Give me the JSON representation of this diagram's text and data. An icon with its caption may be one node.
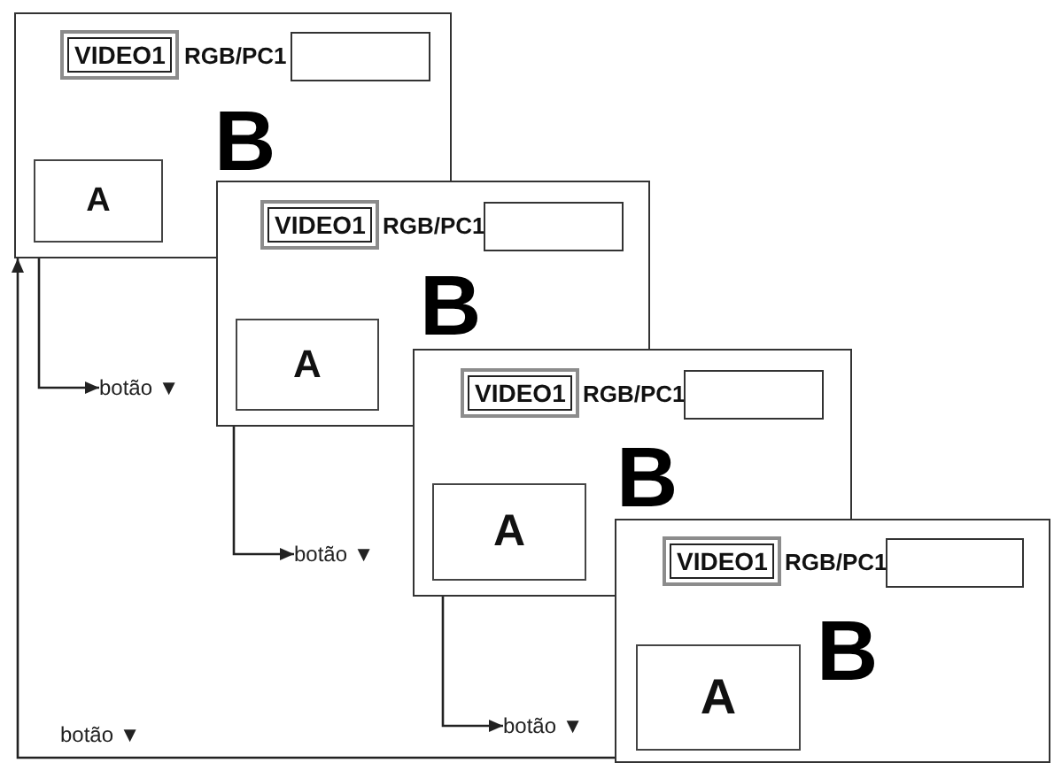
{
  "diagram": {
    "nodes": [
      {
        "text": [],
        "shape": "box"
      },
      {
        "text": [
          "VIDEO1"
        ],
        "in": 0
      },
      {
        "text": [],
        "shape": "box",
        "in": 0
      },
      {
        "text": [
          "A"
        ],
        "in": 0
      },
      {
        "text": [
          "botão ▼"
        ]
      },
      {
        "text": [],
        "shape": "box"
      },
      {
        "text": [
          "VIDEO1"
        ]
      },
      {
        "text": [],
        "shape": "box",
        "in": 5
      },
      {
        "text": [
          "A"
        ],
        "in": 5
      },
      {
        "text": [
          "botão ▼"
        ]
      },
      {
        "text": [],
        "shape": "box"
      },
      {
        "text": [
          "VIDEO1"
        ]
      },
      {
        "text": [],
        "shape": "box",
        "in": 10
      },
      {
        "text": [
          "A"
        ],
        "in": 10
      },
      {
        "text": [
          "botão ▼"
        ]
      },
      {
        "text": [],
        "shape": "box"
      },
      {
        "text": [
          "VIDEO1"
        ]
      },
      {
        "text": [],
        "shape": "box",
        "in": 15
      },
      {
        "text": [
          "A"
        ],
        "in": 15
      }
    ],
    "edges": [
      {
        "from": 0,
        "to": 4,
        "arrow": "to"
      },
      {
        "from": 5,
        "to": 9,
        "arrow": "to"
      },
      {
        "from": 10,
        "to": 14,
        "arrow": "to"
      },
      {
        "from": 15,
        "to": 0,
        "arrow": "to",
        "label": "botão ▼"
      }
    ],
    "labels": [
      "RGB/PC1",
      "B",
      "RGB/PC1",
      "B",
      "RGB/PC1",
      "B",
      "RGB/PC1",
      "B"
    ]
  }
}
